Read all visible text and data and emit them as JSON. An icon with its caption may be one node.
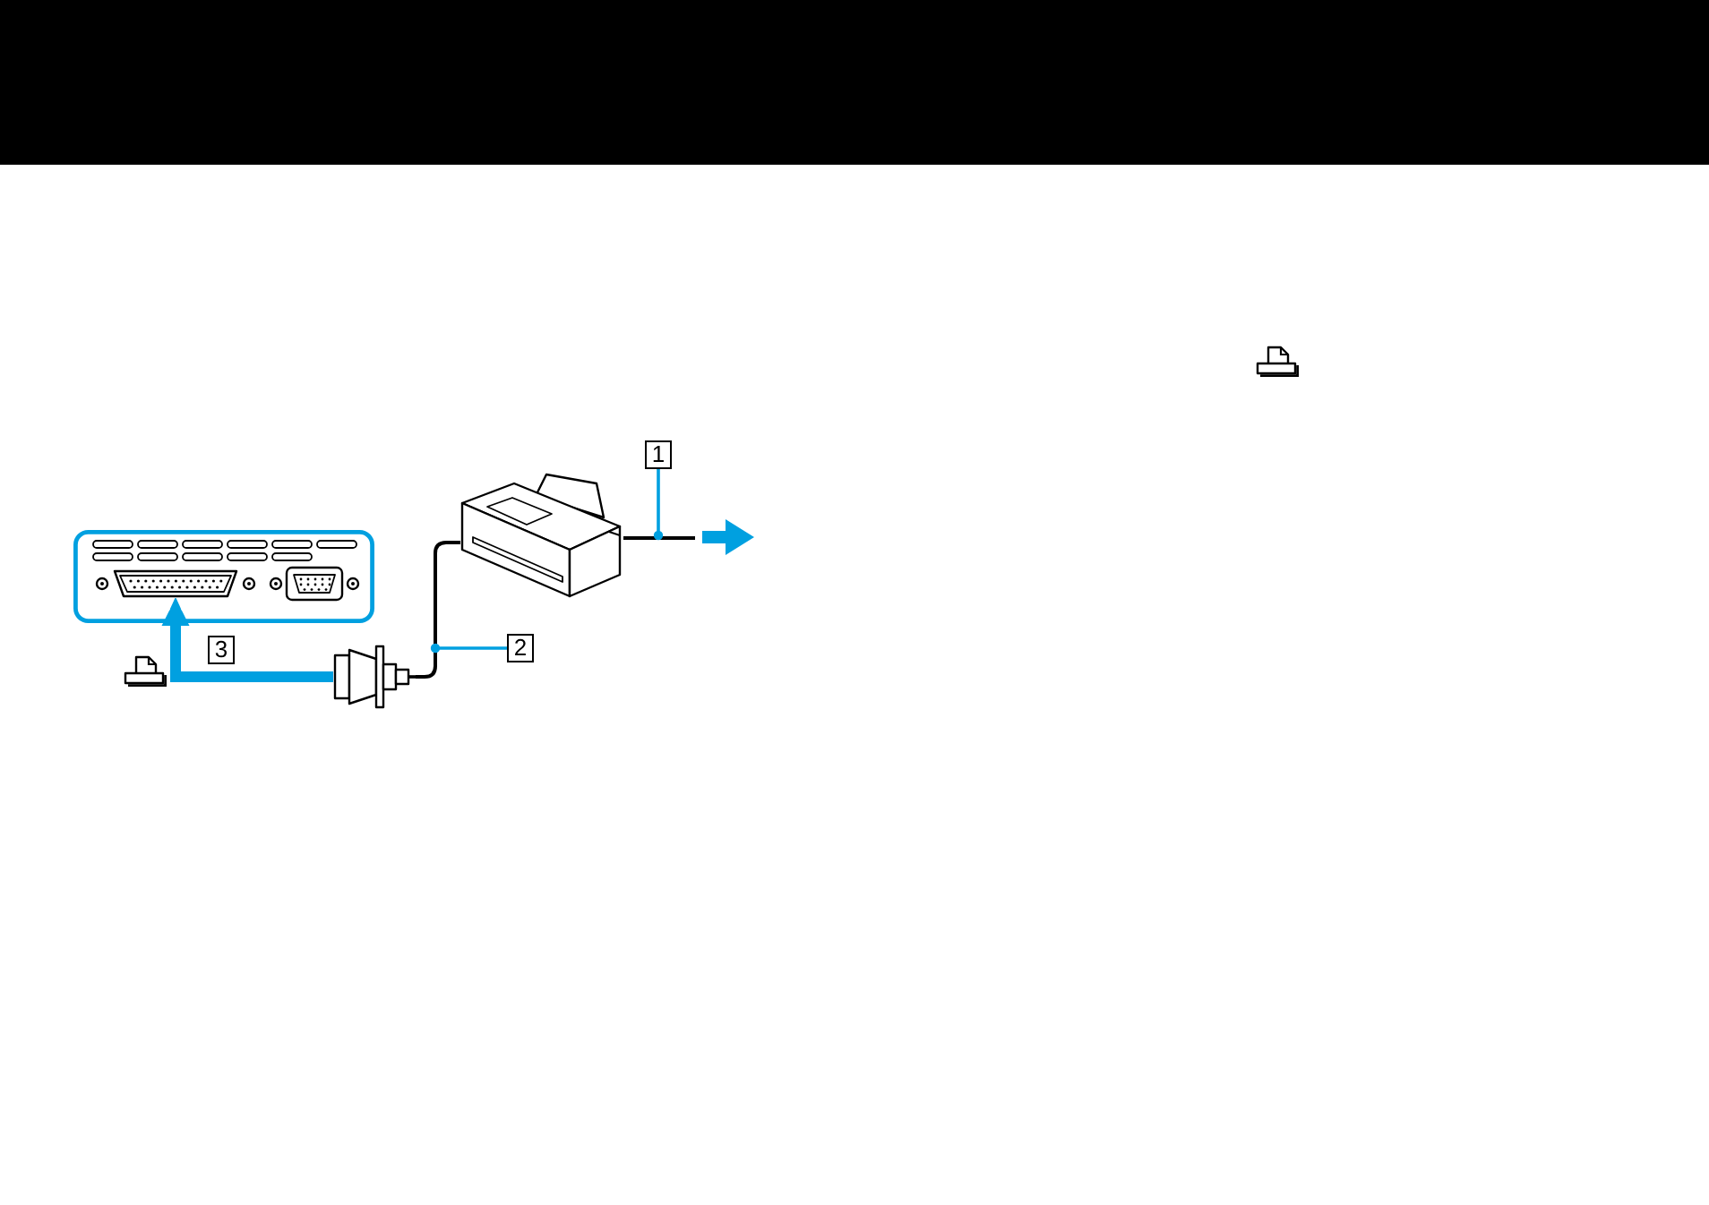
{
  "diagram": {
    "nodes": [
      {
        "text": [
          "1"
        ]
      },
      {
        "text": [],
        "shape": "picture"
      },
      {
        "text": [],
        "shape": "line"
      },
      {
        "text": [],
        "shape": "picture"
      },
      {
        "text": [
          "3"
        ]
      },
      {
        "text": [
          "2"
        ]
      },
      {
        "text": [],
        "shape": "line"
      },
      {
        "text": [],
        "shape": "picture"
      }
    ],
    "edges": [
      {
        "from": 0,
        "to": 2,
        "arrow": "other"
      },
      {
        "from": 5,
        "to": 6,
        "arrow": "other"
      },
      {
        "from": 7,
        "to": 3,
        "arrow": "to",
        "style": "thick"
      }
    ]
  }
}
